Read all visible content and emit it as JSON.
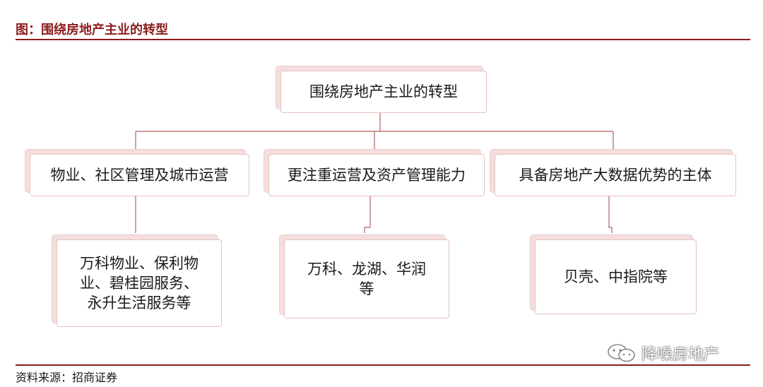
{
  "figure_title": "图：围绕房地产主业的转型",
  "source": "资料来源：招商证券",
  "root": "围绕房地产主业的转型",
  "branches": [
    {
      "label": "物业、社区管理及城市运营",
      "examples": "万科物业、保利物\n业、碧桂园服务、\n永升生活服务等"
    },
    {
      "label": "更注重运营及资产管理能力",
      "examples": "万科、龙湖、华润\n等"
    },
    {
      "label": "具备房地产大数据优势的主体",
      "examples": "贝壳、中指院等"
    }
  ],
  "watermark": "降噪房地产",
  "colors": {
    "accent": "#8b1c1c",
    "box_border": "#e3c2c2",
    "box_shadow": "#f4dede",
    "line": "#b06060"
  }
}
